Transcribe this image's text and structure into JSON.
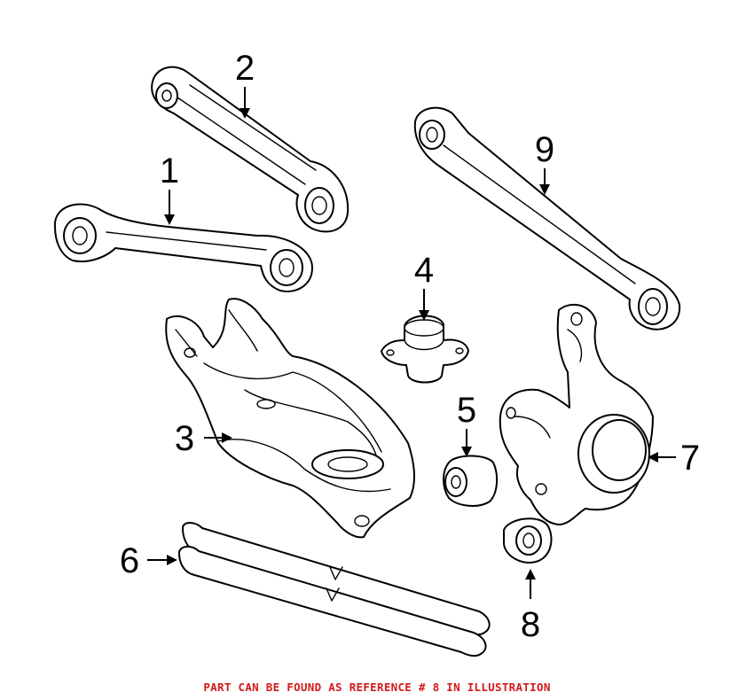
{
  "caption": "PART CAN BE FOUND AS REFERENCE # 8 IN ILLUSTRATION",
  "caption_color": "#d21a1a",
  "callouts": {
    "c1": "1",
    "c2": "2",
    "c3": "3",
    "c4": "4",
    "c5": "5",
    "c6": "6",
    "c7": "7",
    "c8": "8",
    "c9": "9"
  }
}
